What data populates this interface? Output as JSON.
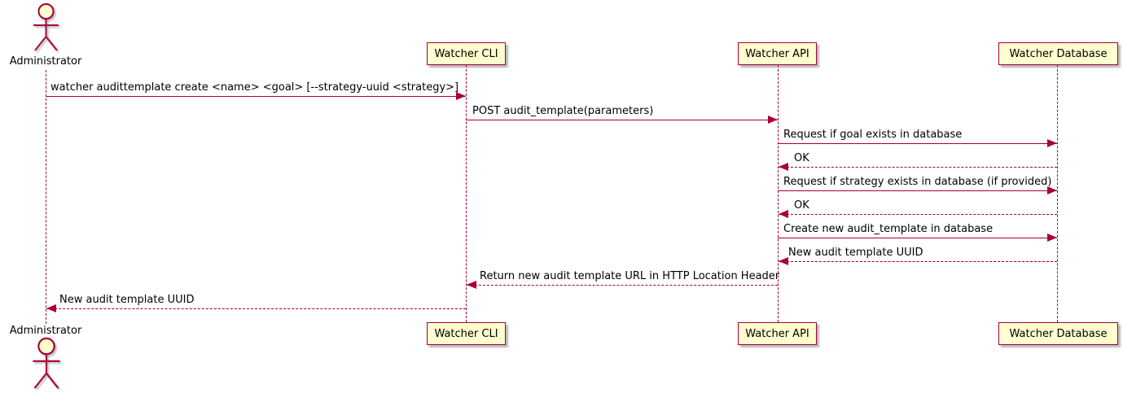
{
  "diagram": {
    "type": "sequence-diagram",
    "colors": {
      "stroke": "#A80036",
      "participant_fill": "#FEFECE",
      "text": "#000000",
      "background": "#FFFFFF"
    },
    "participants": [
      {
        "id": "administrator",
        "label": "Administrator",
        "kind": "actor"
      },
      {
        "id": "watcher-cli",
        "label": "Watcher CLI",
        "kind": "participant"
      },
      {
        "id": "watcher-api",
        "label": "Watcher API",
        "kind": "participant"
      },
      {
        "id": "watcher-database",
        "label": "Watcher Database",
        "kind": "participant"
      }
    ],
    "messages": [
      {
        "from": "administrator",
        "to": "watcher-cli",
        "style": "solid",
        "label": "watcher audittemplate create <name> <goal> [--strategy-uuid <strategy>]"
      },
      {
        "from": "watcher-cli",
        "to": "watcher-api",
        "style": "solid",
        "label": "POST audit_template(parameters)"
      },
      {
        "from": "watcher-api",
        "to": "watcher-database",
        "style": "solid",
        "label": "Request if goal exists in database"
      },
      {
        "from": "watcher-database",
        "to": "watcher-api",
        "style": "dashed",
        "label": "OK"
      },
      {
        "from": "watcher-api",
        "to": "watcher-database",
        "style": "solid",
        "label": "Request if strategy exists in database (if provided)"
      },
      {
        "from": "watcher-database",
        "to": "watcher-api",
        "style": "dashed",
        "label": "OK"
      },
      {
        "from": "watcher-api",
        "to": "watcher-database",
        "style": "solid",
        "label": "Create new audit_template in database"
      },
      {
        "from": "watcher-database",
        "to": "watcher-api",
        "style": "dashed",
        "label": "New audit template UUID"
      },
      {
        "from": "watcher-api",
        "to": "watcher-cli",
        "style": "dashed",
        "label": "Return new audit template URL in HTTP Location Header"
      },
      {
        "from": "watcher-cli",
        "to": "administrator",
        "style": "dashed",
        "label": "New audit template UUID"
      }
    ]
  }
}
